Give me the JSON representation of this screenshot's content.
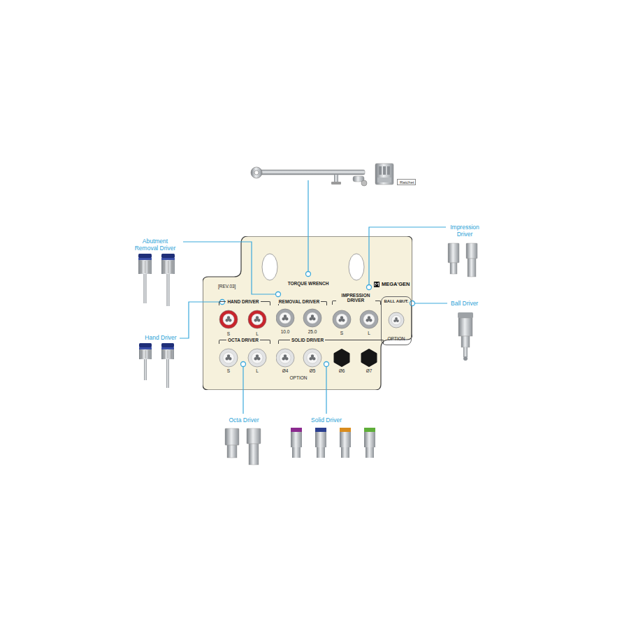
{
  "diagram": {
    "nodes": [
      {
        "text": [
          "Ratchet"
        ]
      },
      {
        "text": [
          "TORQUE WRENCH",
          "[REV.03]",
          "MEGA'GEN"
        ]
      },
      {
        "text": [
          "HAND DRIVER",
          "S",
          "L"
        ],
        "in": 1
      },
      {
        "text": [
          "REMOVAL DRIVER",
          "10.0",
          "25.0"
        ],
        "in": 1
      },
      {
        "text": [
          "IMPRESSION DRIVER",
          "S",
          "L"
        ],
        "in": 1
      },
      {
        "text": [
          "BALL ABUT.",
          "OPTION"
        ],
        "in": 1
      },
      {
        "text": [
          "OCTA DRIVER",
          "S",
          "L"
        ],
        "in": 1
      },
      {
        "text": [
          "SOLID DRIVER",
          "Ø4",
          "Ø5",
          "Ø6",
          "Ø7",
          "OPTION"
        ],
        "in": 1
      }
    ],
    "labels": [
      "Impression Driver",
      "Abutment Removal Driver",
      "Ball Driver",
      "Hand Driver",
      "Octa Driver",
      "Solid Driver"
    ]
  }
}
